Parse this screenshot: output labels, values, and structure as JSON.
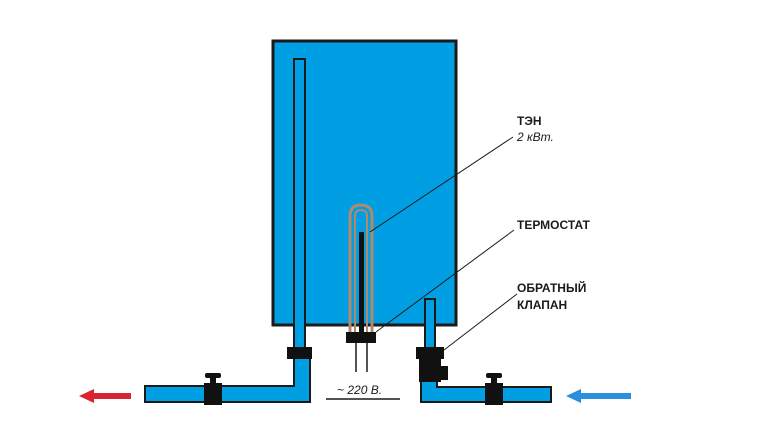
{
  "labels": {
    "heater_line1": "ТЭН",
    "heater_line2": "2 кВт.",
    "thermostat": "ТЕРМОСТАТ",
    "check_valve_line1": "ОБРАТНЫЙ",
    "check_valve_line2": "КЛАПАН",
    "voltage": "~ 220 В."
  },
  "colors": {
    "water": "#009fe3",
    "outline": "#1a1a1a",
    "fitting": "#111111",
    "heater_element": "#b08a6a",
    "hot_arrow": "#d9232e",
    "cold_arrow": "#2a8fdc"
  }
}
